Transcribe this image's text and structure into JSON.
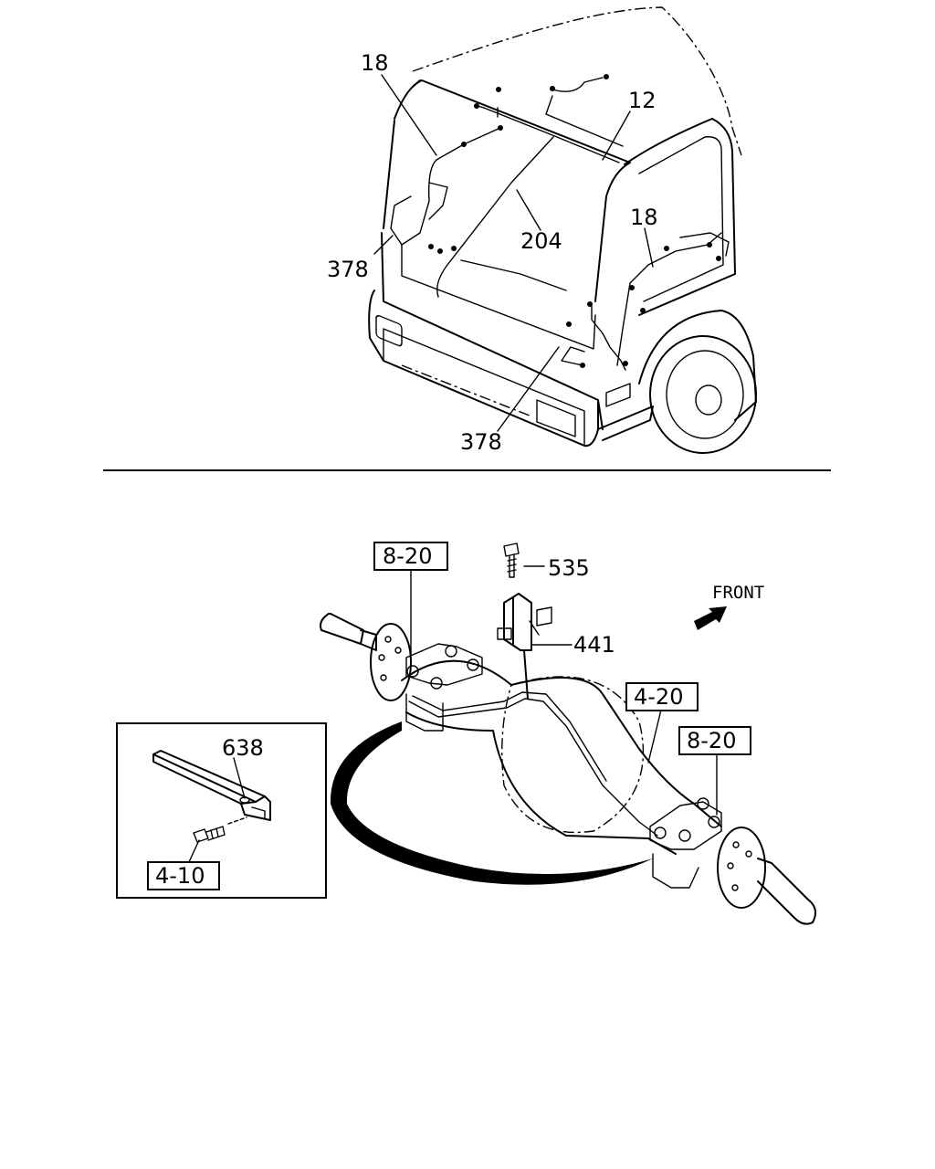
{
  "cab_callouts": {
    "harness_left": "18",
    "harness_roof": "12",
    "harness_front": "204",
    "harness_right": "18",
    "clip_left": "378",
    "clip_lower": "378"
  },
  "axle_callouts": {
    "bolt": "535",
    "harness_axle": "441",
    "ref_left": "8-20",
    "ref_center": "4-20",
    "ref_right": "8-20",
    "front_label": "FRONT"
  },
  "inset_callouts": {
    "bracket": "638",
    "ref_bolt": "4-10"
  }
}
